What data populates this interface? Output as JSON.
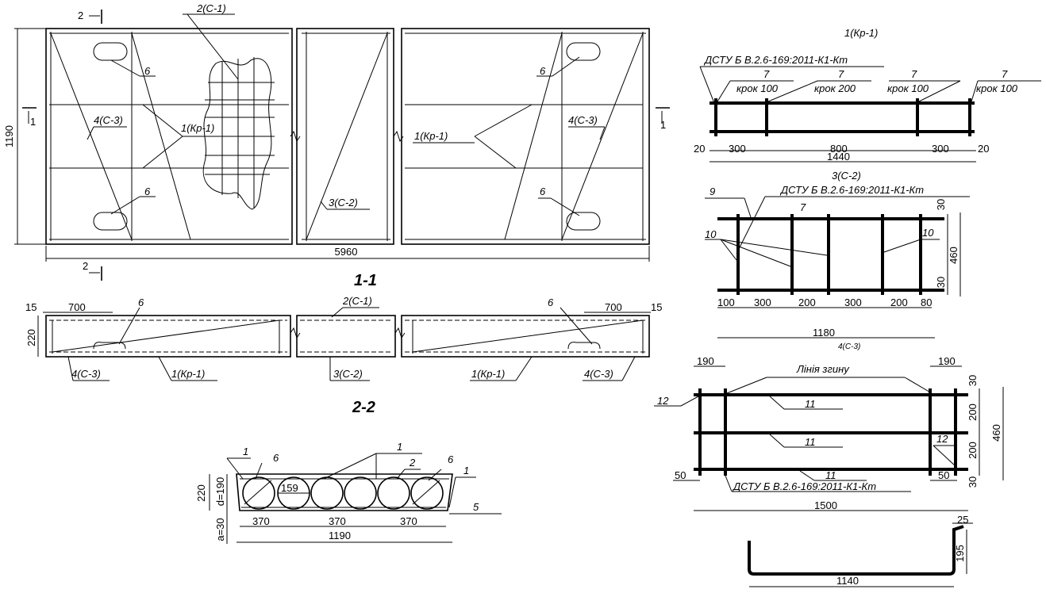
{
  "plan": {
    "section_mark_2": "2",
    "section_mark_1": "1",
    "dim_height": "1190",
    "dim_length": "5960",
    "callout_c1": "2(С-1)",
    "callout_kr1": "1(Кр-1)",
    "callout_c3": "4(С-3)",
    "callout_c2": "3(С-2)",
    "callout_6": "6"
  },
  "section_1_1": {
    "title": "1-1",
    "dim_15": "15",
    "dim_700": "700",
    "dim_220": "220",
    "callout_6": "6",
    "callout_c1": "2(С-1)",
    "callout_c3": "4(С-3)",
    "callout_kr1": "1(Кр-1)",
    "callout_c2": "3(С-2)"
  },
  "section_2_2": {
    "title": "2-2",
    "dim_220": "220",
    "dim_d": "d=190",
    "dim_a": "a=30",
    "dim_159": "159",
    "dim_370": "370",
    "dim_1190": "1190",
    "callout_1": "1",
    "callout_2": "2",
    "callout_5": "5",
    "callout_6": "6"
  },
  "kr1": {
    "title": "1(Кр-1)",
    "standard": "ДСТУ Б  В.2.6-169:2011-К1-Кт",
    "bar_7": "7",
    "step_100": "крок 100",
    "step_200": "крок 200",
    "dims": [
      "20",
      "300",
      "800",
      "300",
      "20"
    ],
    "total": "1440"
  },
  "c2": {
    "title": "3(С-2)",
    "standard": "ДСТУ Б  В.2.6-169:2011-К1-Кт",
    "bar_9": "9",
    "bar_7": "7",
    "bar_10": "10",
    "dim_30": "30",
    "dim_460": "460",
    "dims": [
      "100",
      "300",
      "200",
      "300",
      "200",
      "80"
    ],
    "total": "1180"
  },
  "c3": {
    "title": "4(С-3)",
    "dim_190": "190",
    "bend_line": "Лінія згину",
    "bar_11": "11",
    "bar_12": "12",
    "dim_30": "30",
    "dim_200": "200",
    "dim_460": "460",
    "dim_50": "50",
    "standard": "ДСТУ Б В.2.6-169:2011-К1-Кт",
    "total": "1500"
  },
  "bent": {
    "dim_25": "25",
    "dim_195": "195",
    "dim_1140": "1140"
  }
}
